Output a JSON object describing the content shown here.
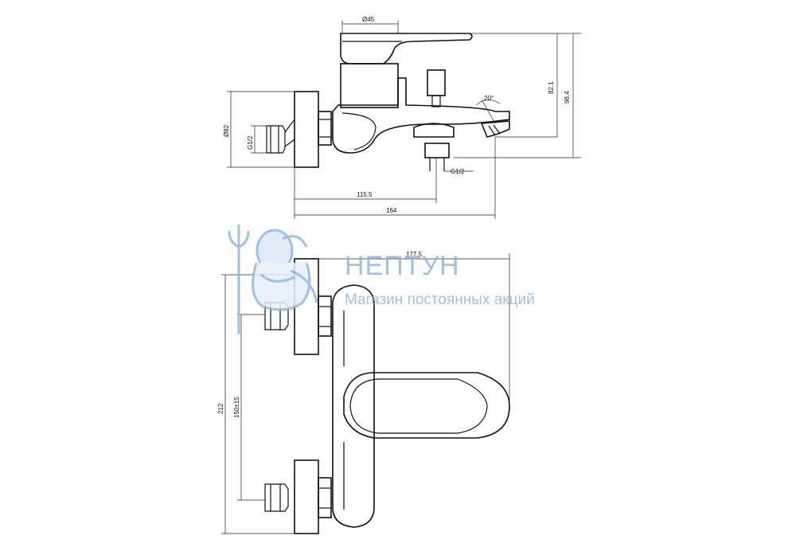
{
  "dimensions": {
    "spout_diameter": "Ø45",
    "height_82": "82,1",
    "height_98": "98,4",
    "angle": "20°",
    "flange_diameter": "Ø82",
    "inlet_thread_left": "G1/2",
    "outlet_thread": "G1/2",
    "length_115": "115,5",
    "length_164": "164",
    "width_177": "177,5",
    "height_212": "212",
    "center_distance": "150±15"
  },
  "watermark": {
    "brand": "НЕПТУН",
    "tagline": "Магазин постоянных акций",
    "color": "#8fb6e3"
  },
  "icons": [
    "neptune-trident-logo"
  ]
}
